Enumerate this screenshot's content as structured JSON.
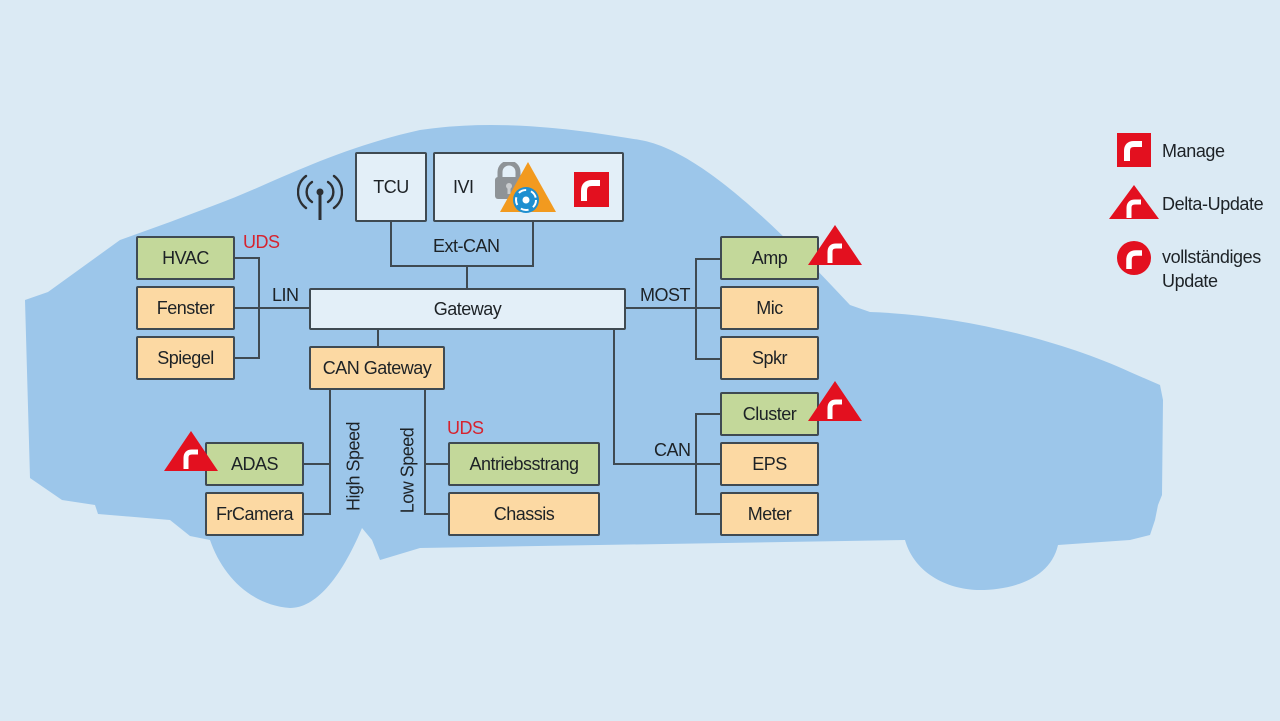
{
  "colors": {
    "background": "#dbeaf4",
    "car_body": "#9cc6ea",
    "ecu_green": "#c3d89a",
    "ecu_orange": "#fcd9a3",
    "ecu_light": "#e3eff8",
    "line": "#3f4a52",
    "accent_red": "#e3101f",
    "uds_red": "#d6232f",
    "warning_orange": "#f29a1f"
  },
  "top": {
    "antenna_icon": "wireless-antenna",
    "tcu": "TCU",
    "ivi": "IVI",
    "ivi_icons": [
      "lock",
      "warning-triangle",
      "disc",
      "manage-square"
    ],
    "ext_can": "Ext-CAN"
  },
  "gateway": "Gateway",
  "can_gateway": "CAN Gateway",
  "lin": {
    "bus_label": "LIN",
    "uds_label": "UDS",
    "nodes": [
      {
        "label": "HVAC",
        "style": "green"
      },
      {
        "label": "Fenster",
        "style": "orange"
      },
      {
        "label": "Spiegel",
        "style": "orange"
      }
    ]
  },
  "most": {
    "bus_label": "MOST",
    "nodes": [
      {
        "label": "Amp",
        "style": "green",
        "badge": "delta-update"
      },
      {
        "label": "Mic",
        "style": "orange"
      },
      {
        "label": "Spkr",
        "style": "orange"
      }
    ]
  },
  "can": {
    "bus_label": "CAN",
    "nodes": [
      {
        "label": "Cluster",
        "style": "green",
        "badge": "delta-update"
      },
      {
        "label": "EPS",
        "style": "orange"
      },
      {
        "label": "Meter",
        "style": "orange"
      }
    ]
  },
  "high_speed": {
    "bus_label": "High Speed",
    "nodes": [
      {
        "label": "ADAS",
        "style": "green",
        "badge": "delta-update"
      },
      {
        "label": "FrCamera",
        "style": "orange"
      }
    ]
  },
  "low_speed": {
    "bus_label": "Low Speed",
    "uds_label": "UDS",
    "nodes": [
      {
        "label": "Antriebsstrang",
        "style": "green"
      },
      {
        "label": "Chassis",
        "style": "orange"
      }
    ]
  },
  "legend": [
    {
      "icon": "manage-square",
      "label": "Manage"
    },
    {
      "icon": "delta-update-triangle",
      "label": "Delta-Update"
    },
    {
      "icon": "full-update-circle",
      "label": "vollständiges Update"
    }
  ]
}
